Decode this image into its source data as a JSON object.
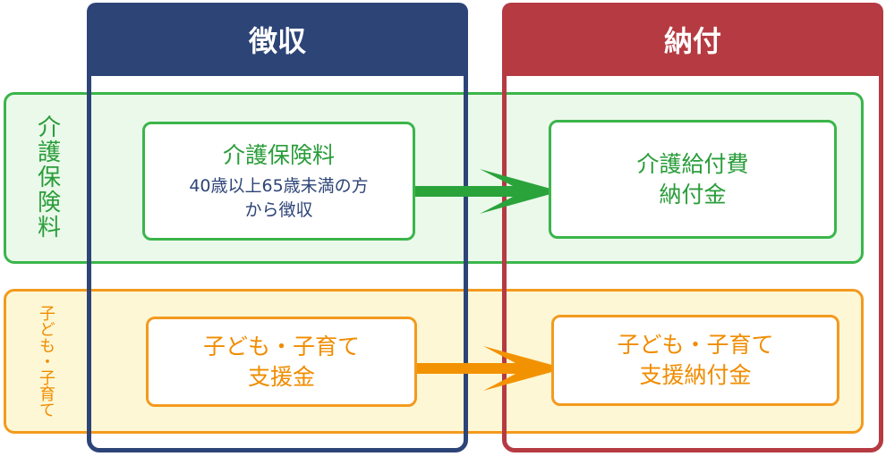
{
  "columns": {
    "left_header": "徴収",
    "right_header": "納付"
  },
  "bands": {
    "kaigo_label": "介護保険料",
    "kodomo_label": "子ども・子育て"
  },
  "boxes": {
    "kaigo_collect_title": "介護保険料",
    "kaigo_collect_line1": "40歳以上65歳未満の方",
    "kaigo_collect_line2": "から徴収",
    "kaigo_pay_line1": "介護給付費",
    "kaigo_pay_line2": "納付金",
    "kodomo_collect_line1": "子ども・子育て",
    "kodomo_collect_line2": "支援金",
    "kodomo_pay_line1": "子ども・子育て",
    "kodomo_pay_line2": "支援納付金"
  },
  "colors": {
    "navy": "#2d4477",
    "red": "#b63a42",
    "green": "#3bb54a",
    "orange": "#f39a1e"
  }
}
